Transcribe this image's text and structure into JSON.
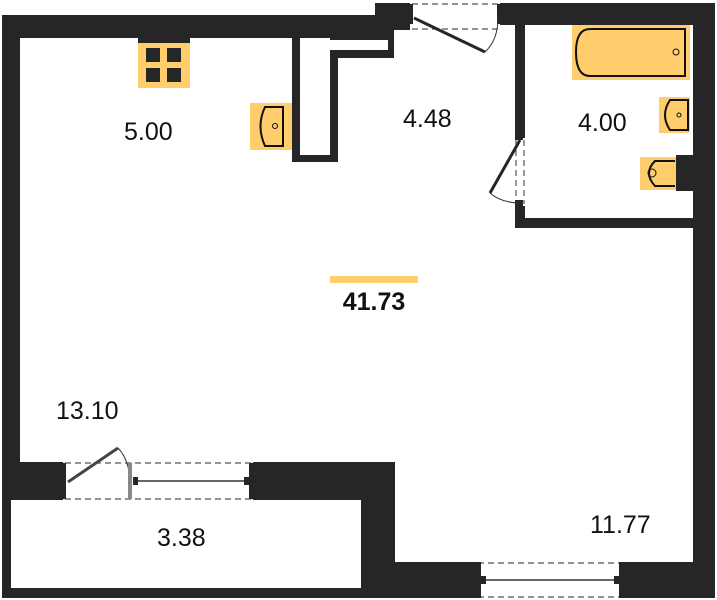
{
  "plan": {
    "total_area": "41.73",
    "rooms": {
      "kitchen": "5.00",
      "hallway": "4.48",
      "bathroom": "4.00",
      "living_left": "13.10",
      "balcony": "3.38",
      "living_right": "11.77"
    }
  },
  "colors": {
    "wall": "#262626",
    "fixture": "#FFCD6B",
    "accent_bar": "#FFCD6B"
  }
}
